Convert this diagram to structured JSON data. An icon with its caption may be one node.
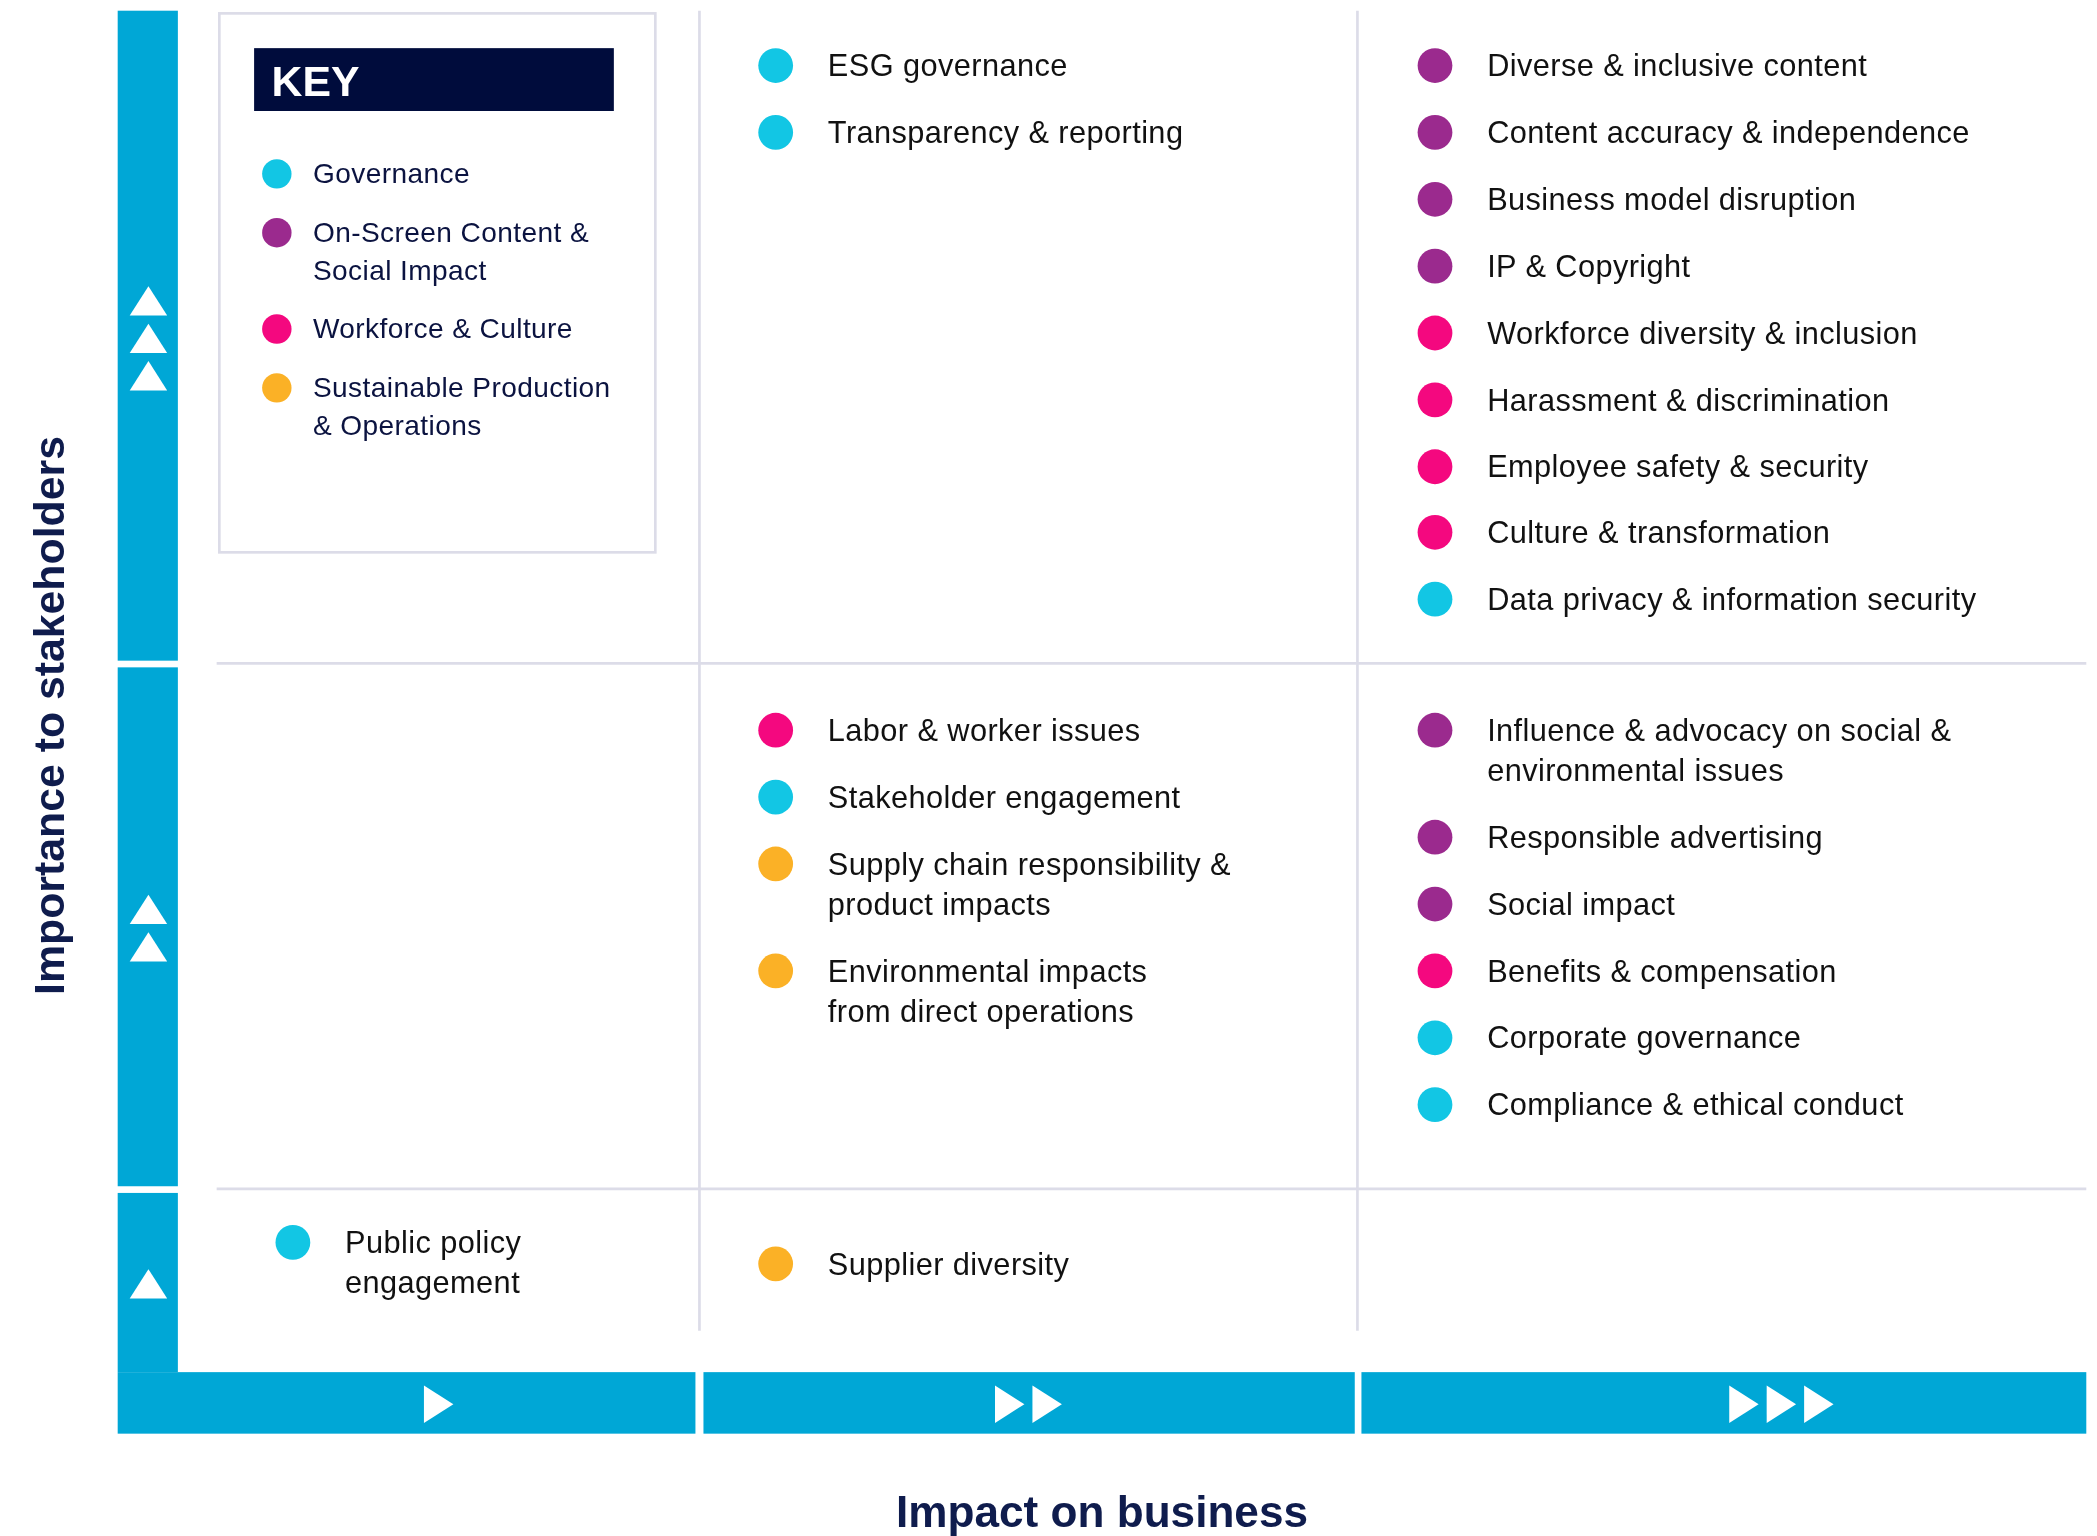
{
  "diagram": {
    "labels": [
      "KEY",
      "ESG governance",
      "Transparency & reporting",
      "Diverse & inclusive content",
      "Content accuracy & independence",
      "Business model disruption",
      "IP & Copyright",
      "Workforce diversity & inclusion",
      "Harassment & discrimination",
      "Employee safety & security",
      "Culture & transformation",
      "Data privacy & information security",
      "Labor & worker issues",
      "Stakeholder engagement",
      "Supply chain responsibility & product impacts",
      "Environmental impacts from direct operations",
      "Influence & advocacy on social & environmental issues",
      "Responsible advertising",
      "Social impact",
      "Benefits & compensation",
      "Corporate governance",
      "Compliance & ethical conduct",
      "Public policy engagement",
      "Supplier diversity",
      "Importance to stakeholders",
      "Impact on business"
    ],
    "legend": [
      {
        "text": "Governance",
        "color": "#12c6e4"
      },
      {
        "text": "On-Screen Content & Social Impact",
        "color": "#9b2a8e"
      },
      {
        "text": "Workforce & Culture",
        "color": "#f4087f"
      },
      {
        "text": "Sustainable Production & Operations",
        "color": "#fbb126"
      }
    ]
  }
}
